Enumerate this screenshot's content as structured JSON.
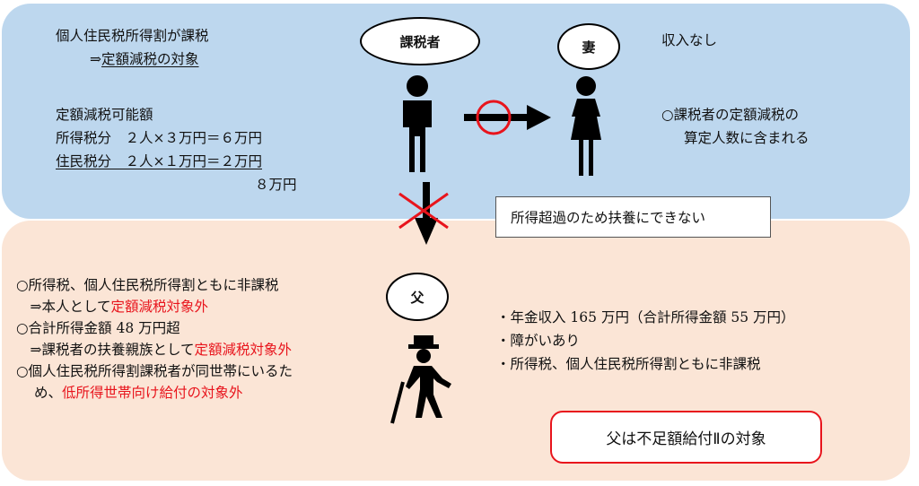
{
  "top": {
    "line1": "個人住民税所得割が課税",
    "line2_prefix": "⇒",
    "line2_underlined": "定額減税の対象",
    "calc_heading": "定額減税可能額",
    "income_tax_row": "所得税分　２人×３万円＝６万円",
    "resident_tax_row": "住民税分　２人×１万円＝２万円",
    "total_row": "８万円",
    "taxpayer_label": "課税者",
    "wife_label": "妻",
    "wife_income": "収入なし",
    "wife_note_line1": "○課税者の定額減税の",
    "wife_note_line2": "算定人数に含まれる"
  },
  "note_box": "所得超過のため扶養にできない",
  "bottom": {
    "father_label": "父",
    "left_lines": [
      {
        "black": "○所得税、個人住民税所得割ともに非課税",
        "red": ""
      },
      {
        "black": "　⇒本人として",
        "red": "定額減税対象外"
      },
      {
        "black": "○合計所得金額 48 万円超",
        "red": ""
      },
      {
        "black": "　⇒課税者の扶養親族として",
        "red": "定額減税対象外"
      },
      {
        "black": "○個人住民税所得割課税者が同世帯にいるた",
        "red": ""
      },
      {
        "black": "め、",
        "red": "低所得世帯向け給付の対象外"
      }
    ],
    "right_lines": [
      "・年金収入 165 万円（合計所得金額 55 万円）",
      "・障がいあり",
      "・所得税、個人住民税所得割ともに非課税"
    ],
    "target_label": "父は不足額給付Ⅱの対象"
  },
  "colors": {
    "top_panel": "#bdd7ee",
    "bottom_panel": "#fbe5d6",
    "accent_red": "#e8141c"
  },
  "icons": [
    "person-icon",
    "woman-icon",
    "elderly-person-icon",
    "arrow-right-icon",
    "arrow-down-icon",
    "circle-mark-icon",
    "cross-mark-icon"
  ]
}
